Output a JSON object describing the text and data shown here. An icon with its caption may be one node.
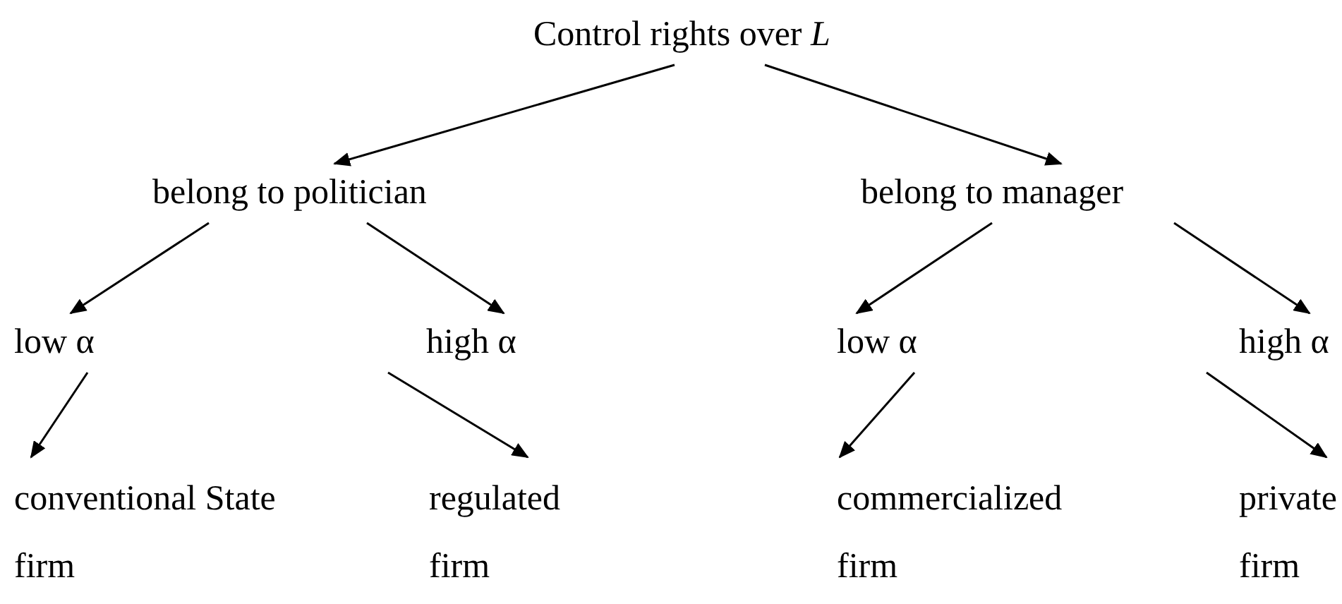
{
  "diagram": {
    "nodes": [
      {
        "text": [
          "Control rights over *L*"
        ]
      },
      {
        "text": [
          "belong to politician"
        ]
      },
      {
        "text": [
          "belong to manager"
        ]
      },
      {
        "text": [
          "low α"
        ]
      },
      {
        "text": [
          "high α"
        ]
      },
      {
        "text": [
          "low α"
        ]
      },
      {
        "text": [
          "high α"
        ]
      },
      {
        "text": [
          "conventional State firm"
        ]
      },
      {
        "text": [
          "regulated firm"
        ]
      },
      {
        "text": [
          "commercialized firm"
        ]
      },
      {
        "text": [
          "private firm"
        ]
      }
    ],
    "edges": [
      {
        "from": 0,
        "to": 1,
        "arrow": "to"
      },
      {
        "from": 0,
        "to": 2,
        "arrow": "to"
      },
      {
        "from": 1,
        "to": 3,
        "arrow": "to"
      },
      {
        "from": 1,
        "to": 4,
        "arrow": "to"
      },
      {
        "from": 2,
        "to": 5,
        "arrow": "to"
      },
      {
        "from": 2,
        "to": 6,
        "arrow": "to"
      },
      {
        "from": 3,
        "to": 7,
        "arrow": "to"
      },
      {
        "from": 4,
        "to": 8,
        "arrow": "to"
      },
      {
        "from": 5,
        "to": 9,
        "arrow": "to"
      },
      {
        "from": 6,
        "to": 10,
        "arrow": "to"
      }
    ]
  }
}
